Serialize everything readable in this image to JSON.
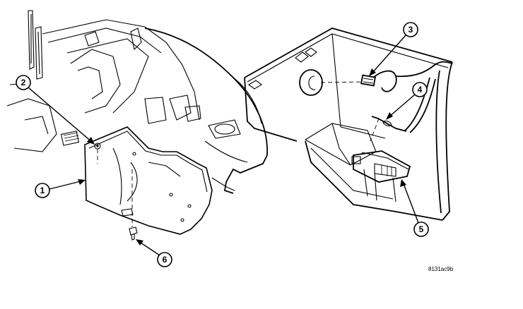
{
  "figure": {
    "id_text": "8131ac9b",
    "callouts": [
      "1",
      "2",
      "3",
      "4",
      "5",
      "6"
    ]
  }
}
